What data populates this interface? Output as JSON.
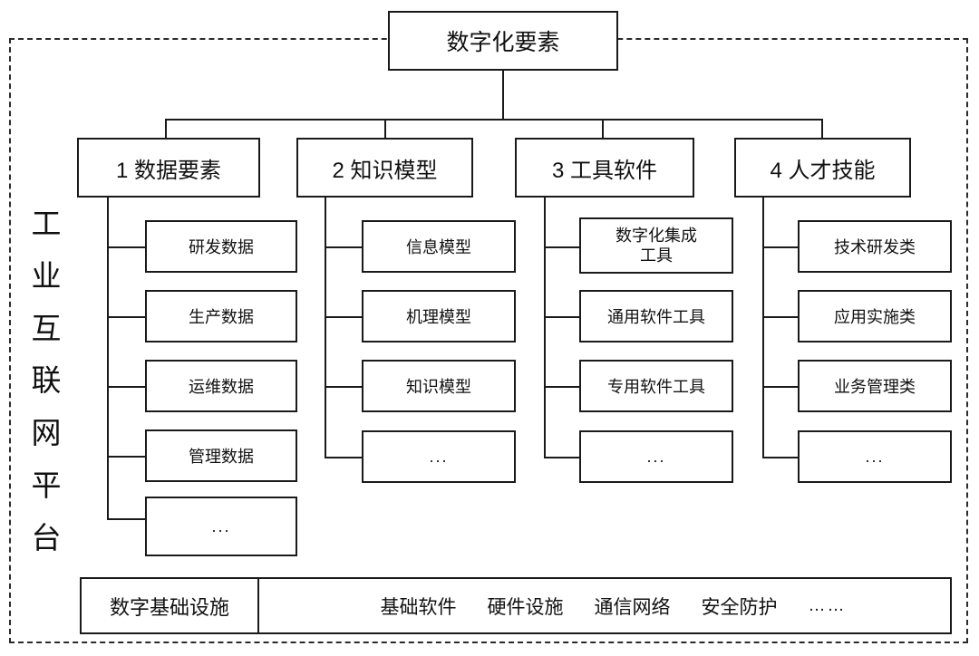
{
  "diagram": {
    "platform_label": "工业互联网平台",
    "root": {
      "label": "数字化要素"
    },
    "categories": [
      {
        "label": "1 数据要素",
        "children": [
          {
            "label": "研发数据"
          },
          {
            "label": "生产数据"
          },
          {
            "label": "运维数据"
          },
          {
            "label": "管理数据"
          },
          {
            "label": "..."
          }
        ]
      },
      {
        "label": "2 知识模型",
        "children": [
          {
            "label": "信息模型"
          },
          {
            "label": "机理模型"
          },
          {
            "label": "知识模型"
          },
          {
            "label": "..."
          }
        ]
      },
      {
        "label": "3 工具软件",
        "children": [
          {
            "label": "数字化集成\n工具"
          },
          {
            "label": "通用软件工具"
          },
          {
            "label": "专用软件工具"
          },
          {
            "label": "..."
          }
        ]
      },
      {
        "label": "4 人才技能",
        "children": [
          {
            "label": "技术研发类"
          },
          {
            "label": "应用实施类"
          },
          {
            "label": "业务管理类"
          },
          {
            "label": "..."
          }
        ]
      }
    ],
    "infrastructure": {
      "label": "数字基础设施",
      "items": [
        "基础软件",
        "硬件设施",
        "通信网络",
        "安全防护",
        "……"
      ]
    },
    "colors": {
      "line": "#1a1a1a",
      "frame": "#2b2b2b",
      "background": "#ffffff",
      "text": "#111111"
    }
  }
}
